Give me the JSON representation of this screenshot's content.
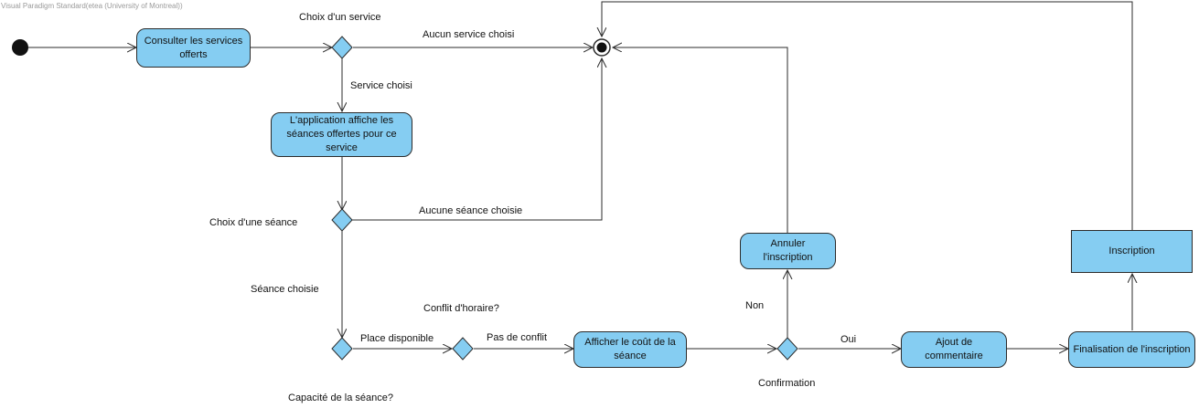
{
  "watermark": "Visual Paradigm Standard(etea (University of Montreal))",
  "colors": {
    "node_fill": "#85cdf2",
    "diamond_fill": "#85cdf2",
    "line": "#2b2b2b",
    "start": "#111111"
  },
  "nodes": {
    "consulter": "Consulter les services offerts",
    "affiche": "L'application affiche les séances offertes pour ce service",
    "afficher_cout": "Afficher le coût de la séance",
    "annuler": "Annuler l'inscription",
    "ajout": "Ajout de commentaire",
    "finalisation": "Finalisation de l'inscription",
    "inscription": "Inscription"
  },
  "labels": {
    "choix_service": "Choix d'un service",
    "aucun_service": "Aucun service choisi",
    "service_choisi": "Service choisi",
    "choix_seance": "Choix d'une séance",
    "aucune_seance": "Aucune séance choisie",
    "seance_choisie": "Séance choisie",
    "conflit": "Conflit d'horaire?",
    "place_disponible": "Place disponible",
    "pas_conflit": "Pas de conflit",
    "capacite": "Capacité de la séance?",
    "non": "Non",
    "oui": "Oui",
    "confirmation": "Confirmation"
  }
}
